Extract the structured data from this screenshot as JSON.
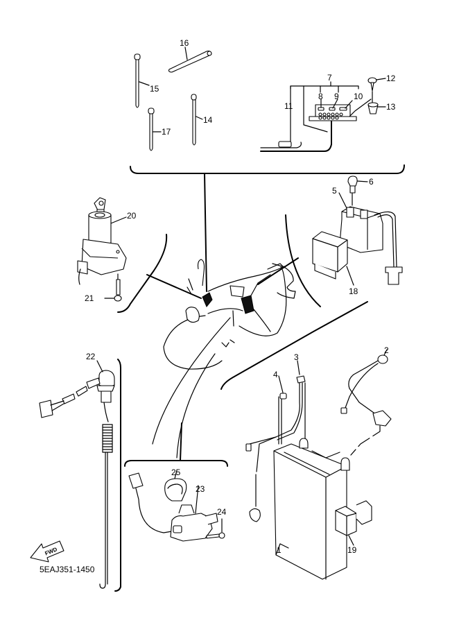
{
  "diagram": {
    "type": "exploded-parts-diagram",
    "subject": "motorcycle electrical components",
    "part_code": "5EAJ351-1450",
    "forward_indicator": "FWD",
    "callouts": [
      {
        "number": "1",
        "part": "battery"
      },
      {
        "number": "2",
        "part": "positive battery lead with cap"
      },
      {
        "number": "3",
        "part": "negative battery lead terminal"
      },
      {
        "number": "4",
        "part": "battery breather / band"
      },
      {
        "number": "5",
        "part": "starter relay"
      },
      {
        "number": "6",
        "part": "terminal bolt"
      },
      {
        "number": "7",
        "part": "fuse box assembly"
      },
      {
        "number": "8",
        "part": "fuse"
      },
      {
        "number": "9",
        "part": "fuse"
      },
      {
        "number": "10",
        "part": "fuse"
      },
      {
        "number": "11",
        "part": "wire lead"
      },
      {
        "number": "12",
        "part": "screw"
      },
      {
        "number": "13",
        "part": "nut / grommet"
      },
      {
        "number": "14",
        "part": "cable band"
      },
      {
        "number": "15",
        "part": "cable band"
      },
      {
        "number": "16",
        "part": "cable band"
      },
      {
        "number": "17",
        "part": "cable band"
      },
      {
        "number": "18",
        "part": "relay unit"
      },
      {
        "number": "19",
        "part": "relay"
      },
      {
        "number": "20",
        "part": "main switch with key"
      },
      {
        "number": "21",
        "part": "bolt"
      },
      {
        "number": "22",
        "part": "switch with coiled cord"
      },
      {
        "number": "23",
        "part": "sensor / switch assembly"
      },
      {
        "number": "24",
        "part": "screw"
      },
      {
        "number": "25",
        "part": "clamp"
      }
    ],
    "labels": {
      "n1": "1",
      "n2": "2",
      "n3": "3",
      "n4": "4",
      "n5": "5",
      "n6": "6",
      "n7": "7",
      "n8": "8",
      "n9": "9",
      "n10": "10",
      "n11": "11",
      "n12": "12",
      "n13": "13",
      "n14": "14",
      "n15": "15",
      "n16": "16",
      "n17": "17",
      "n18": "18",
      "n19": "19",
      "n20": "20",
      "n21": "21",
      "n22": "22",
      "n23": "23",
      "n24": "24",
      "n25": "25"
    }
  }
}
